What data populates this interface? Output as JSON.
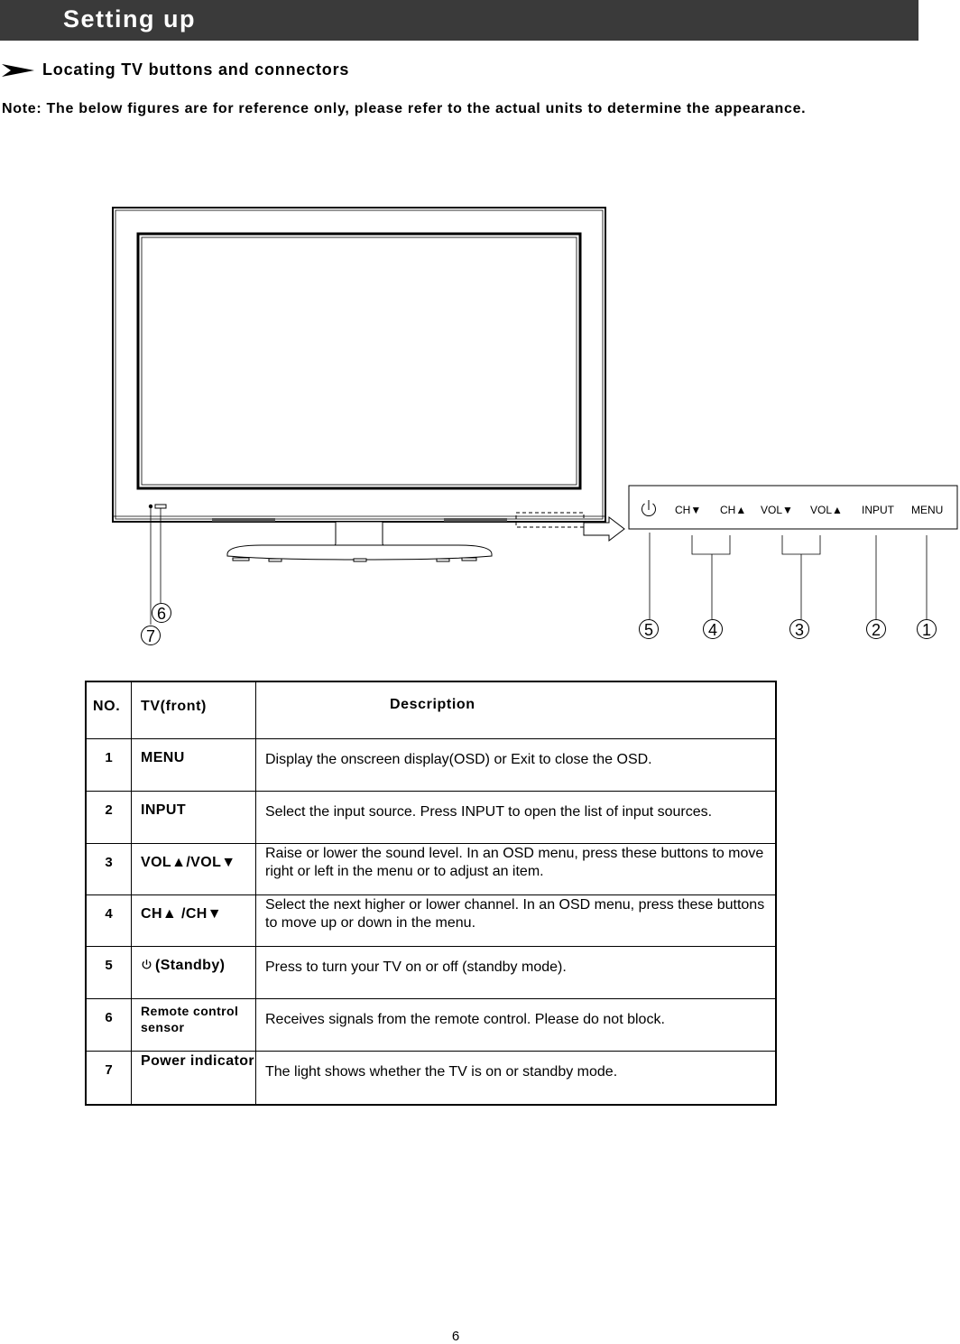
{
  "header": {
    "title": "Setting up"
  },
  "section": {
    "title": "Locating TV buttons and connectors"
  },
  "note": "Note: The below figures are for reference only, please refer to the actual units to determine the appearance.",
  "panel_buttons": [
    "CH▼",
    "CH▲",
    "VOL▼",
    "VOL▲",
    "INPUT",
    "MENU"
  ],
  "callouts": [
    "1",
    "2",
    "3",
    "4",
    "5",
    "6",
    "7"
  ],
  "table": {
    "headers": {
      "no": "NO.",
      "tv": "TV(front)",
      "desc": "Description"
    },
    "rows": [
      {
        "no": "1",
        "tv": "MENU",
        "desc": "Display the onscreen display(OSD) or Exit to close the OSD."
      },
      {
        "no": "2",
        "tv": "INPUT",
        "desc": "Select the input source. Press INPUT  to open the list of input sources."
      },
      {
        "no": "3",
        "tv": "VOL▲/VOL▼",
        "desc": "Raise or lower the sound level. In an OSD menu, press these buttons to move  right or left in the menu or to adjust an item."
      },
      {
        "no": "4",
        "tv": "CH▲ /CH▼",
        "desc": "Select the next higher or lower channel. In an OSD menu, press these buttons  to move up or down in the menu."
      },
      {
        "no": "5",
        "tv": "(Standby)",
        "desc": "Press to turn your TV on or off (standby mode)."
      },
      {
        "no": "6",
        "tv": "Remote control sensor",
        "desc": "Receives signals from the remote control. Please do not block."
      },
      {
        "no": "7",
        "tv": "Power indicator",
        "desc": "The light shows whether the TV is on or standby mode."
      }
    ]
  },
  "page_number": "6"
}
